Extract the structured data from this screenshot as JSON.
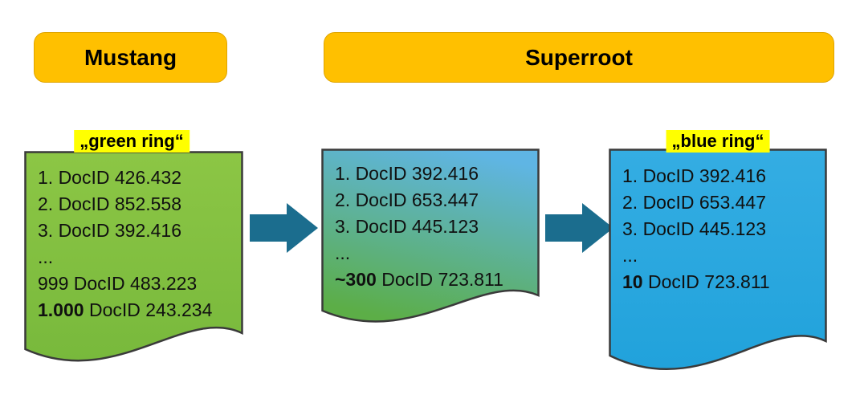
{
  "headers": {
    "mustang": "Mustang",
    "superroot": "Superroot"
  },
  "cards": [
    {
      "label": "„green ring“",
      "lines": [
        {
          "bold": "",
          "text": "1. DocID 426.432"
        },
        {
          "bold": "",
          "text": "2. DocID 852.558"
        },
        {
          "bold": "",
          "text": "3. DocID 392.416"
        },
        {
          "bold": "",
          "text": "..."
        },
        {
          "bold": "",
          "text": "999 DocID 483.223"
        },
        {
          "bold": "1.000",
          "text": " DocID 243.234"
        }
      ]
    },
    {
      "lines": [
        {
          "bold": "",
          "text": "1. DocID 392.416"
        },
        {
          "bold": "",
          "text": "2. DocID 653.447"
        },
        {
          "bold": "",
          "text": "3. DocID 445.123"
        },
        {
          "bold": "",
          "text": "..."
        },
        {
          "bold": "~300",
          "text": " DocID 723.811"
        }
      ]
    },
    {
      "label": "„blue ring“",
      "lines": [
        {
          "bold": "",
          "text": "1. DocID 392.416"
        },
        {
          "bold": "",
          "text": "2. DocID 653.447"
        },
        {
          "bold": "",
          "text": "3. DocID 445.123"
        },
        {
          "bold": "",
          "text": "..."
        },
        {
          "bold": "10",
          "text": " DocID 723.811"
        }
      ]
    }
  ],
  "colors": {
    "header_bg": "#FFC000",
    "label_highlight": "#FFFF00",
    "green_card_top": "#8CC645",
    "green_card_bottom": "#78B93C",
    "gradient_top": "#5FB5E4",
    "gradient_bottom": "#5CAE47",
    "blue_card_top": "#34ADE3",
    "blue_card_bottom": "#21A2DB",
    "card_stroke": "#3a3a3a",
    "arrow": "#1B6D8E"
  }
}
